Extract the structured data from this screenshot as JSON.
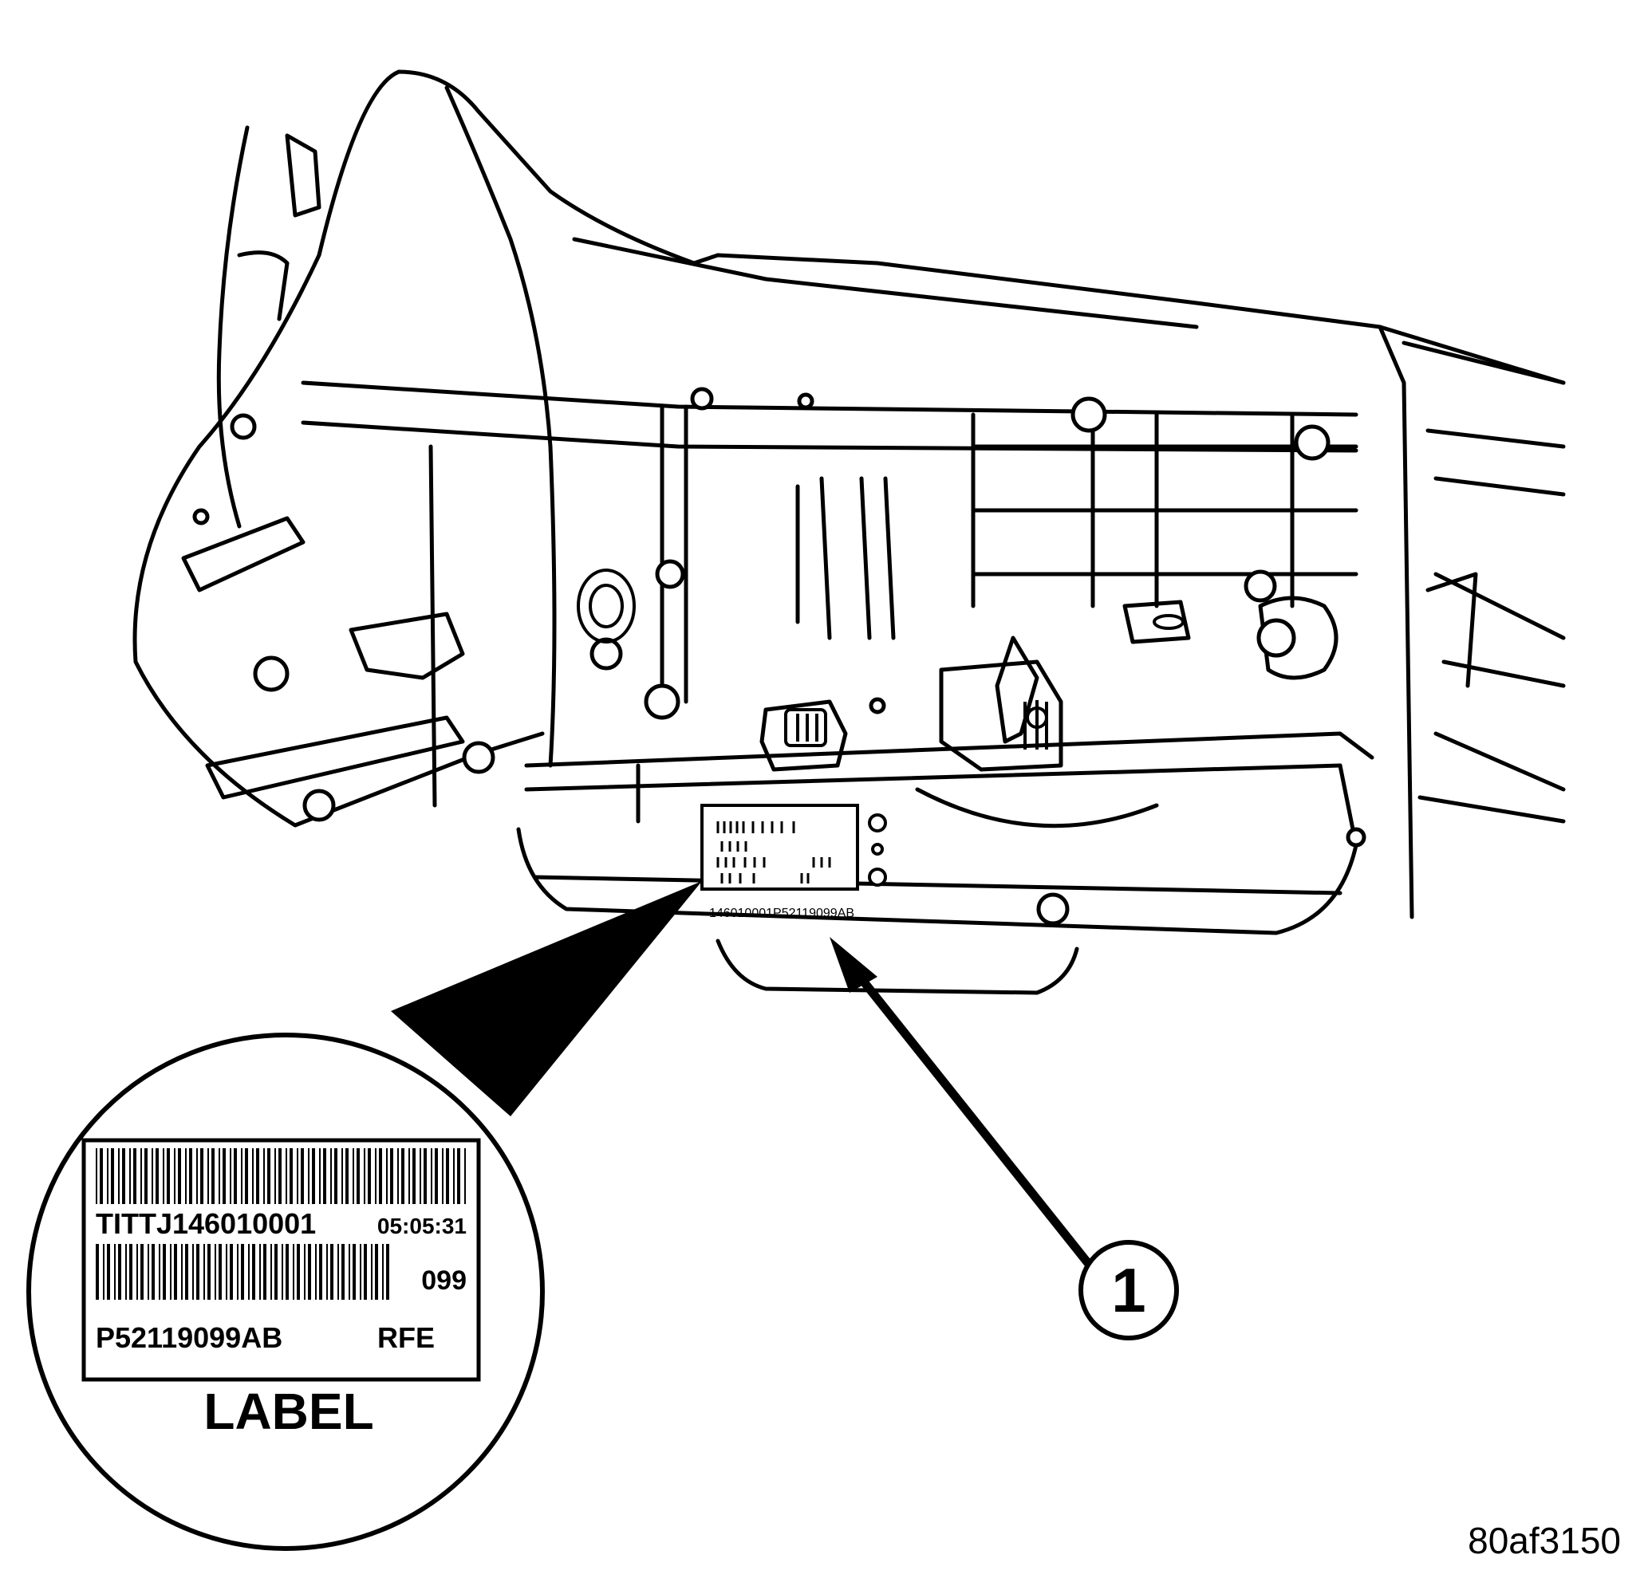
{
  "figure_id": "80af3150",
  "callout": {
    "number": "1"
  },
  "case_stamp": "146010001P52119099AB",
  "label": {
    "line1_left": "TITTJ146010001",
    "line1_right": "05:05:31",
    "line2_right": "099",
    "line3_left": "P52119099AB",
    "line3_right": "RFE",
    "caption": "LABEL"
  },
  "colors": {
    "ink": "#000000",
    "paper": "#ffffff"
  }
}
